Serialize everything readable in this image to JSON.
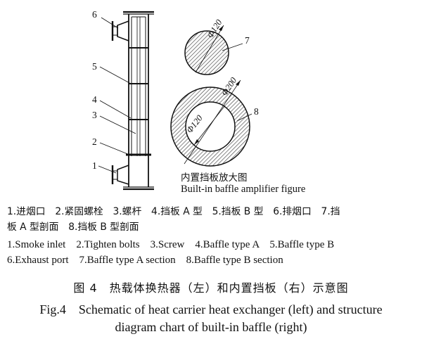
{
  "diagram": {
    "part_numbers": [
      "1",
      "2",
      "3",
      "4",
      "5",
      "6",
      "7",
      "8"
    ],
    "dim_small": "Φ120",
    "dim_outer": "Φ200",
    "dim_inner": "Φ120",
    "inset_title_cn": "内置挡板放大图",
    "inset_title_en": "Built-in baffle amplifier figure"
  },
  "legend_cn": {
    "line1": "1.进烟口　2.紧固螺栓　3.螺杆　4.挡板 A 型　5.挡板 B 型　6.排烟口　7.挡",
    "line2": "板 A 型剖面　8.挡板 B 型剖面"
  },
  "legend_en": {
    "line1": "1.Smoke inlet　2.Tighten bolts　3.Screw　4.Baffle type A　5.Baffle type B",
    "line2": "6.Exhaust port　7.Baffle type A section　8.Baffle type B section"
  },
  "caption": {
    "cn": "图 4　热载体换热器（左）和内置挡板（右）示意图",
    "en_line1": "Fig.4　Schematic of heat carrier heat exchanger (left) and structure",
    "en_line2": "diagram chart of built-in baffle (right)"
  }
}
